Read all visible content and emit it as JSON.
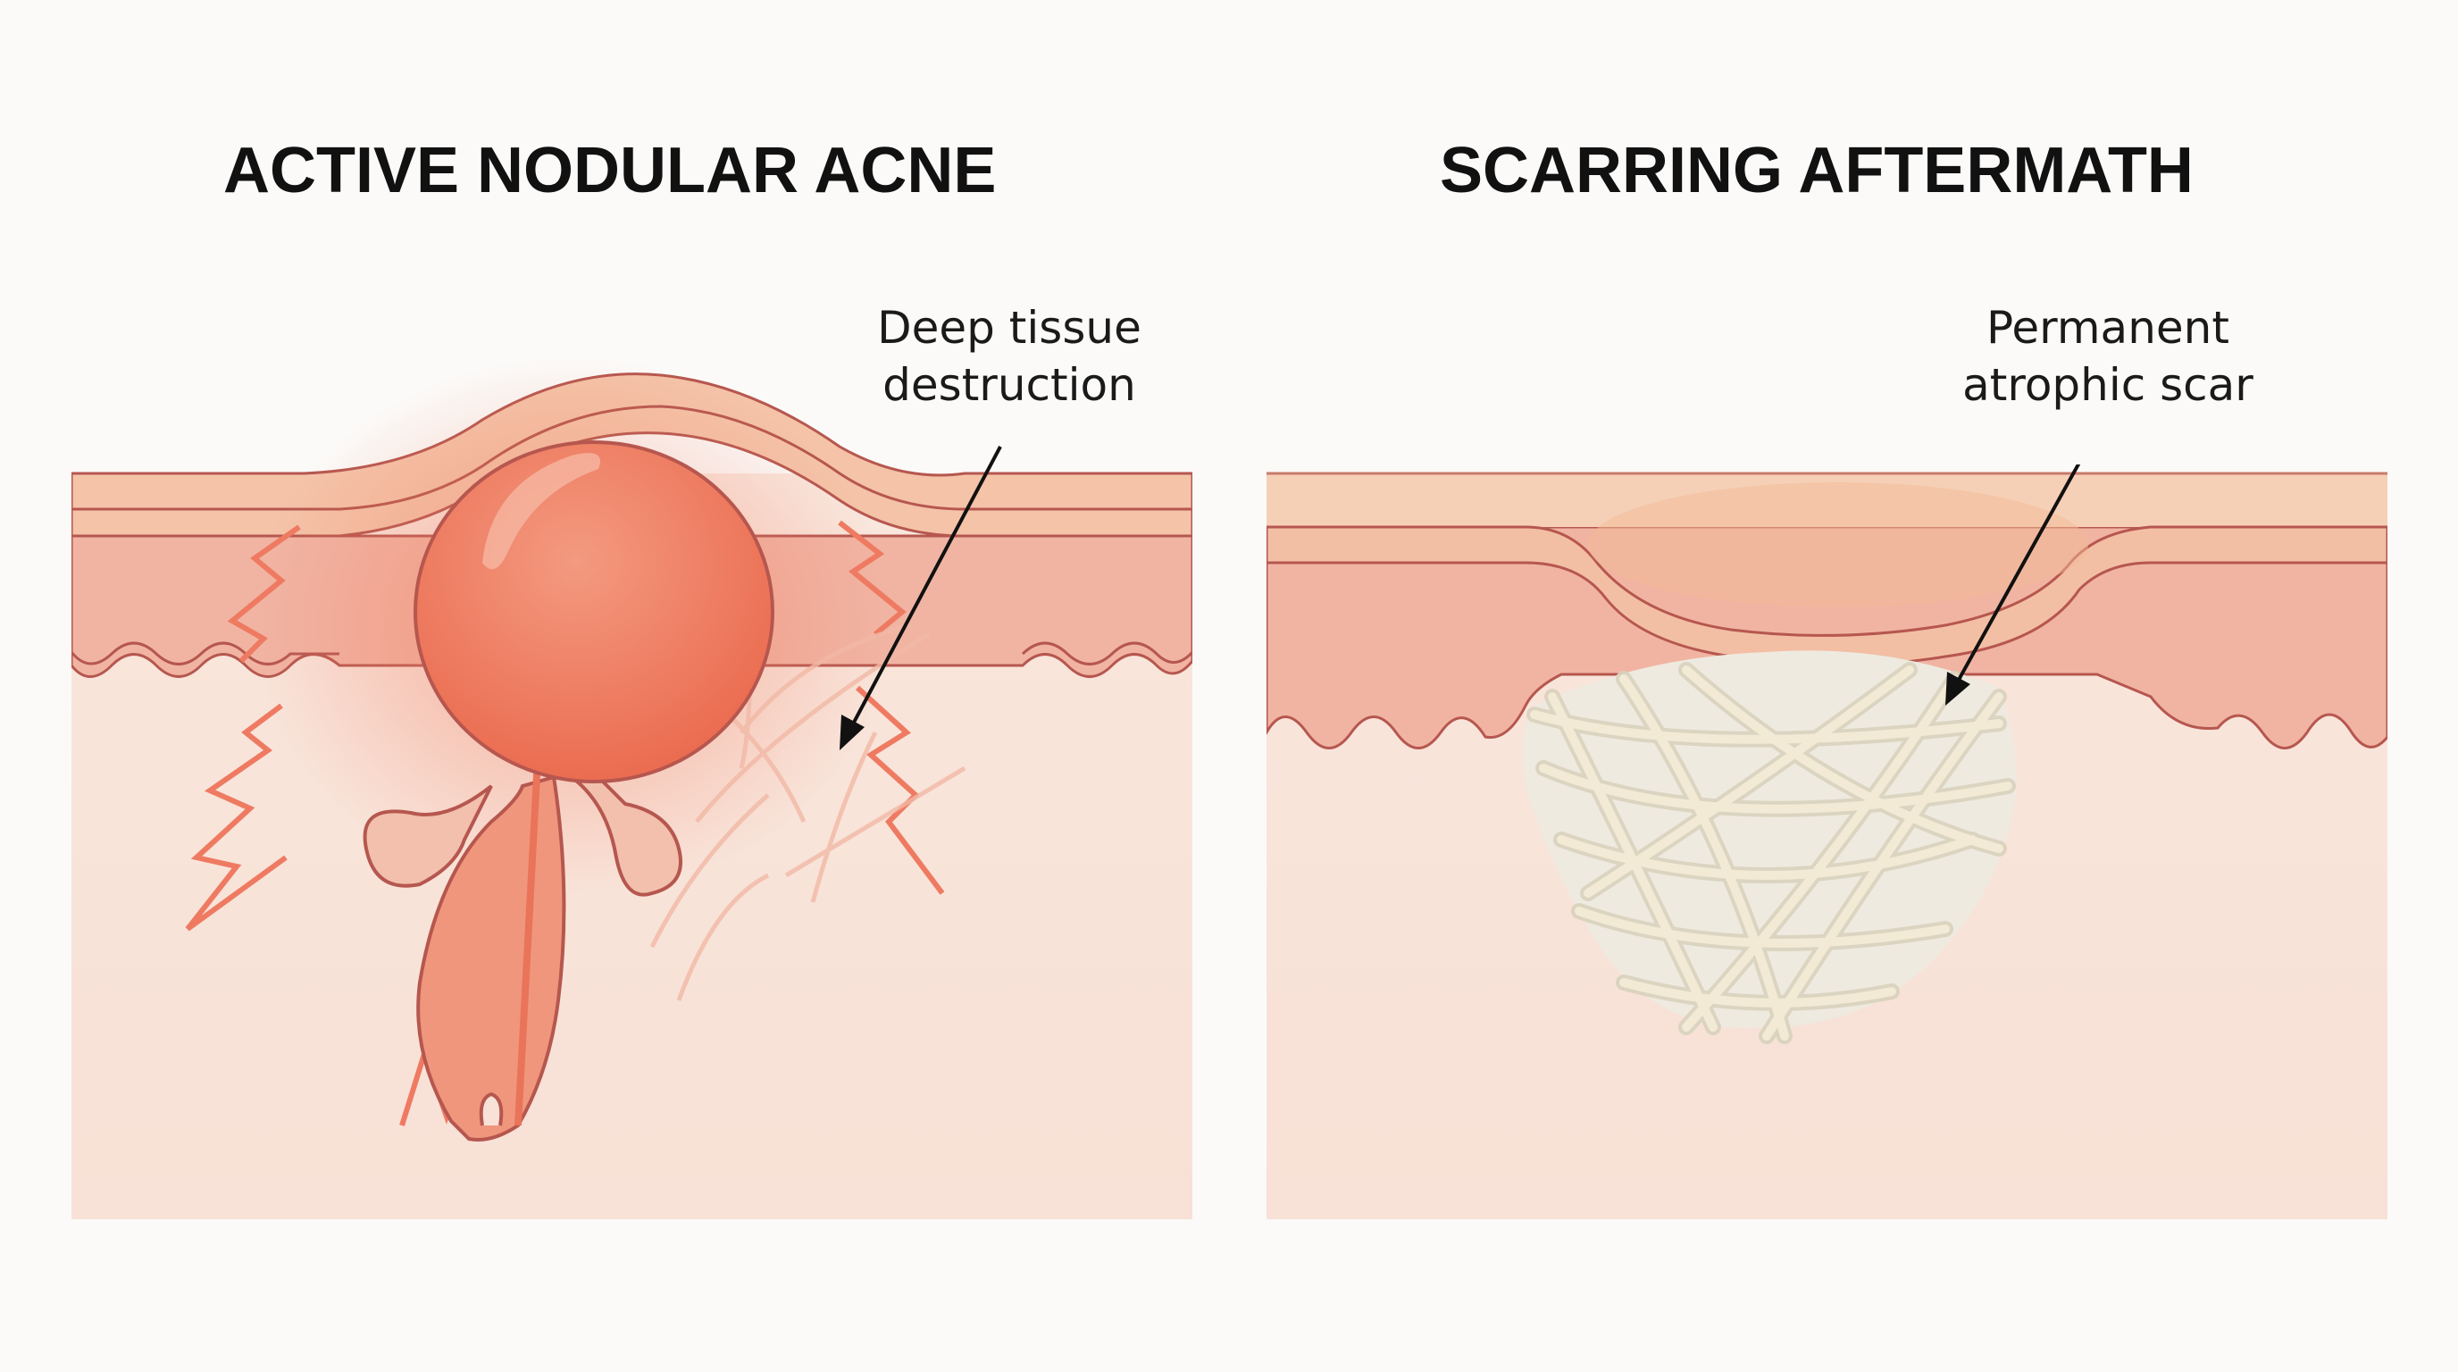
{
  "panels": [
    {
      "title": "ACTIVE NODULAR ACNE",
      "annotation": {
        "line1": "Deep tissue",
        "line2": "destruction"
      }
    },
    {
      "title": "SCARRING AFTERMATH",
      "annotation": {
        "line1": "Permanent",
        "line2": "atrophic scar"
      }
    }
  ],
  "colors": {
    "background": "#fbfaf8",
    "epidermis": "#f6cdb0",
    "dermis_upper": "#f1b3a2",
    "dermis_lower": "#f8e0d6",
    "outline": "#b6574f",
    "nodule": "#ef8468",
    "inflammation": "#ee7a62",
    "scar_fibers": "#ece5d2"
  }
}
